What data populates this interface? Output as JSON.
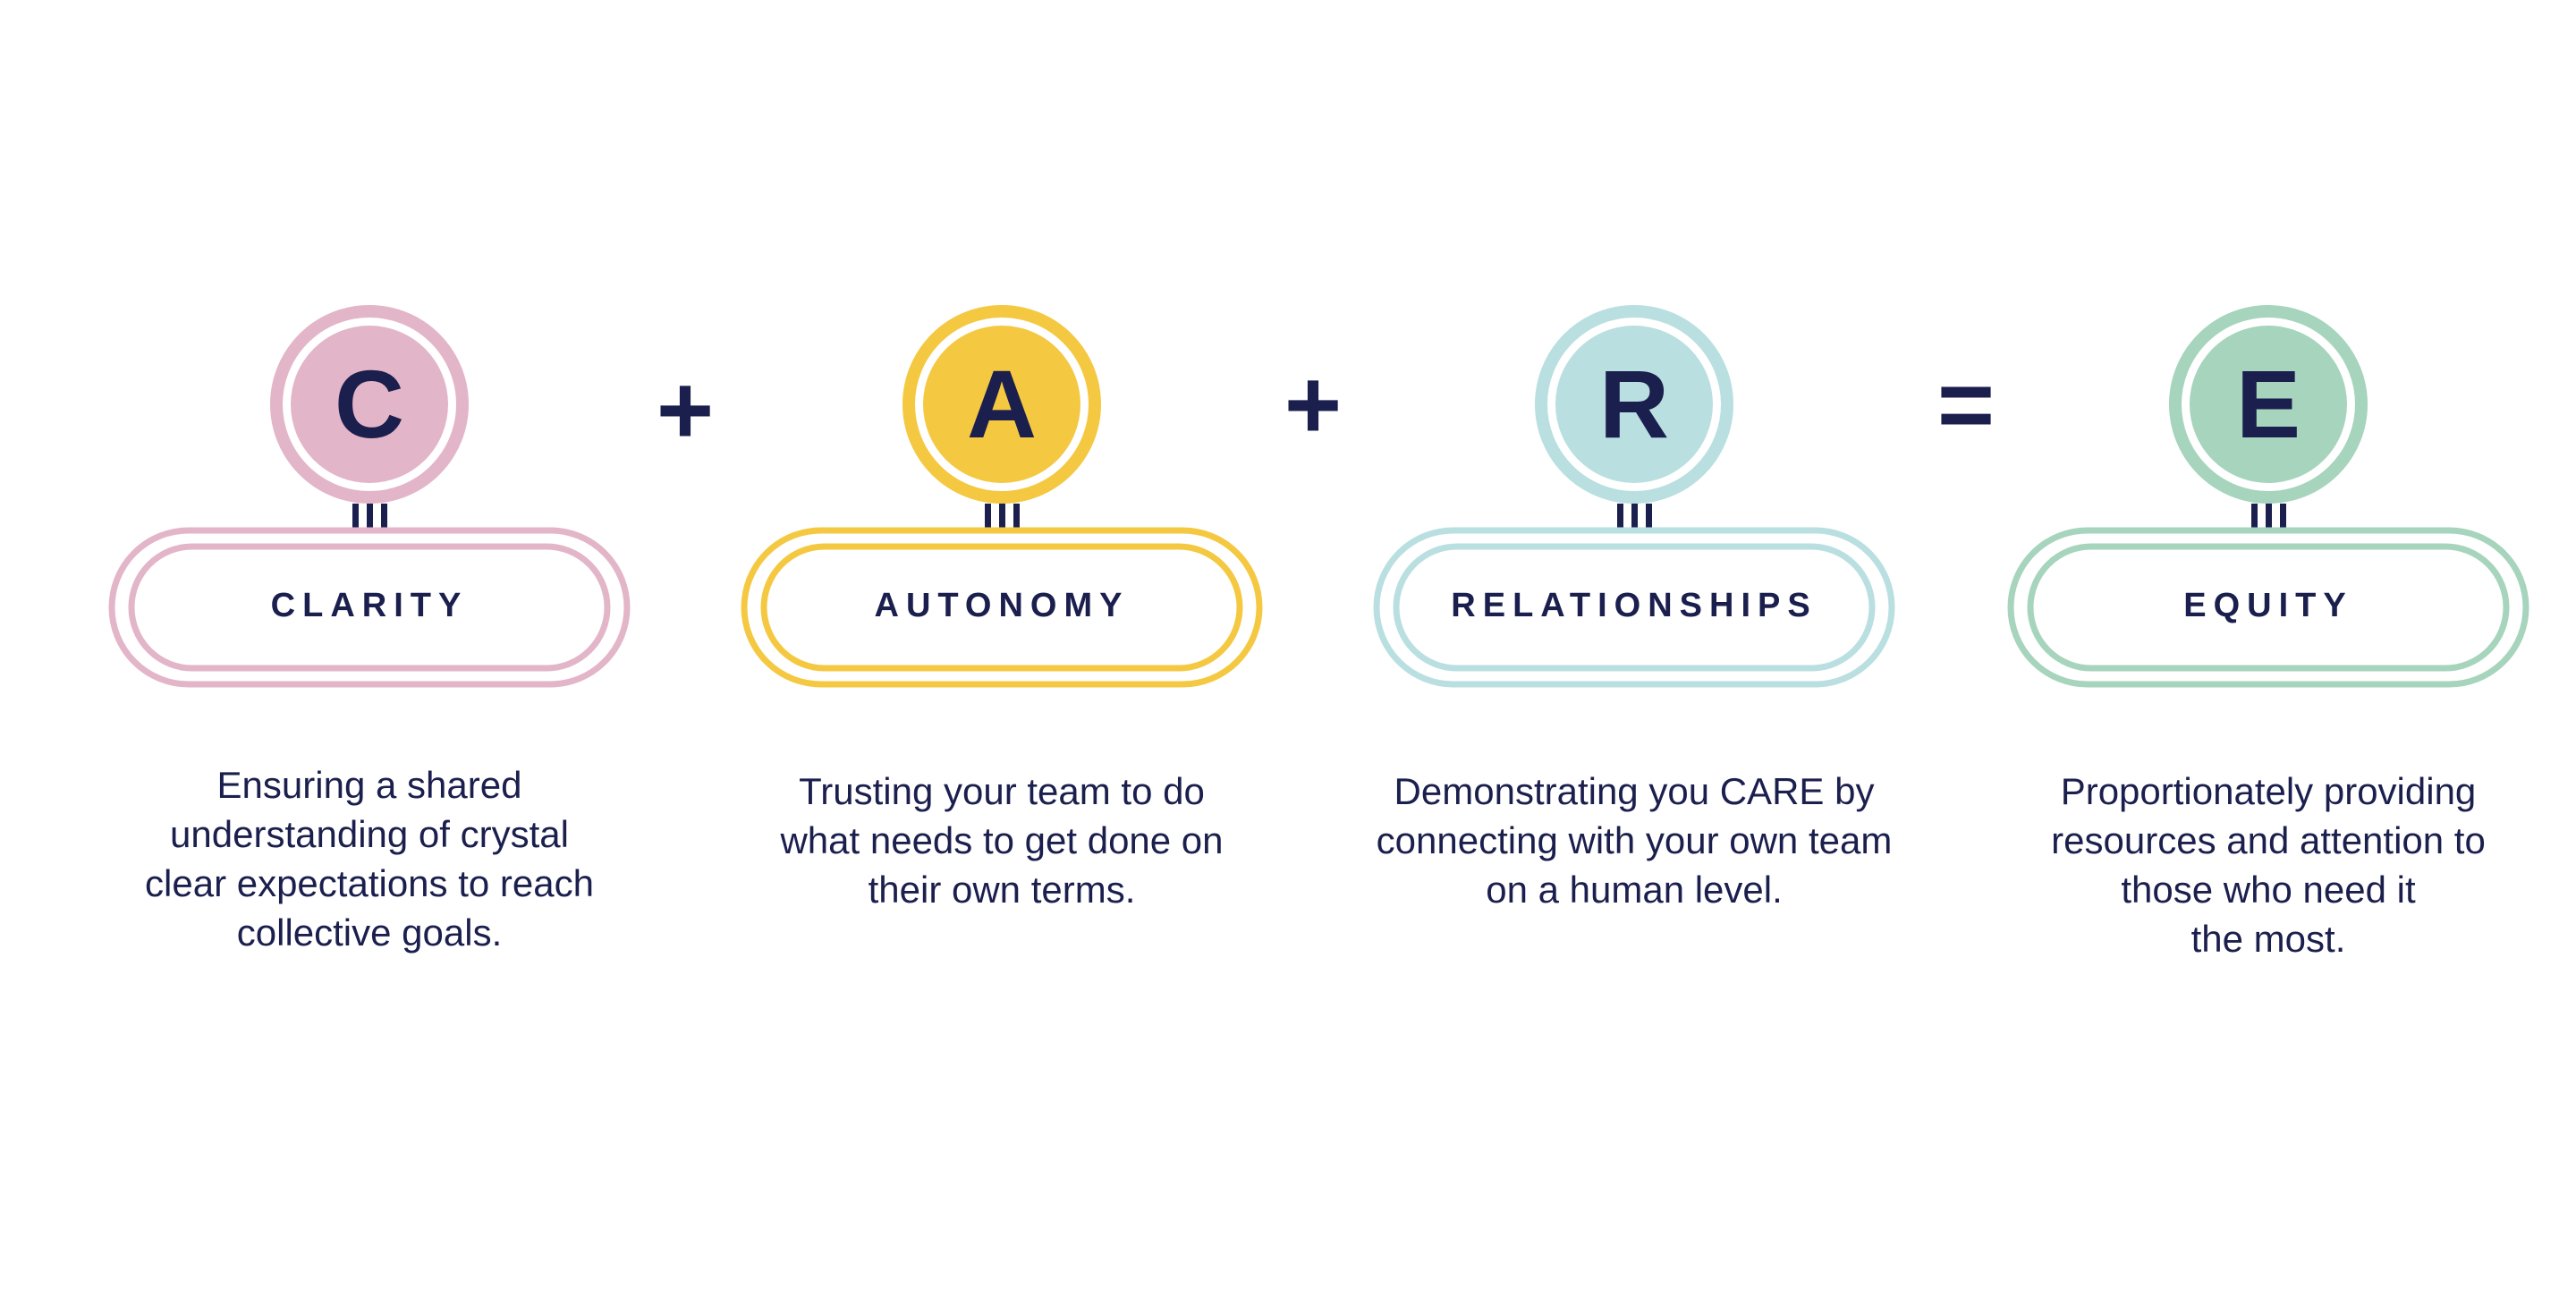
{
  "items": [
    {
      "letter": "C",
      "label": "CLARITY",
      "color": "#e3b5c8",
      "description": [
        "Ensuring a shared",
        "understanding of crystal",
        "clear expectations to reach",
        "collective goals."
      ]
    },
    {
      "letter": "A",
      "label": "AUTONOMY",
      "color": "#f5c842",
      "description": [
        "Trusting your team to do",
        "what needs to get done on",
        "their own terms."
      ]
    },
    {
      "letter": "R",
      "label": "RELATIONSHIPS",
      "color": "#b9dfe0",
      "description": [
        "Demonstrating you CARE by",
        "connecting with your own team",
        "on a human level."
      ]
    },
    {
      "letter": "E",
      "label": "EQUITY",
      "color": "#a6d4bd",
      "description": [
        "Proportionately providing",
        "resources and attention to",
        "those who need it",
        "the most."
      ]
    }
  ],
  "operators": [
    "+",
    "+",
    "="
  ],
  "text_color": "#1b1f4d"
}
